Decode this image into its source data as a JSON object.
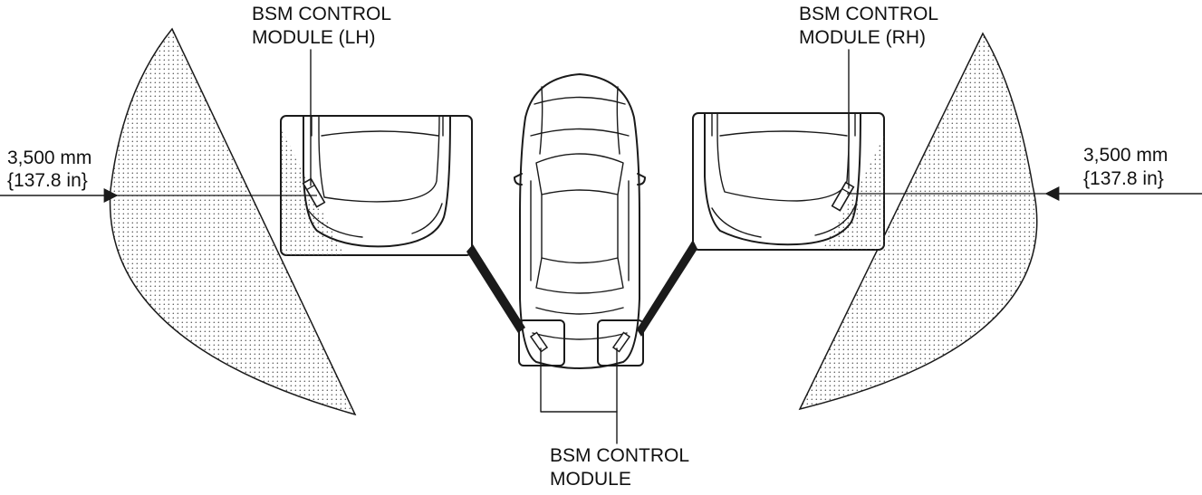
{
  "labels": {
    "module_lh_line1": "BSM CONTROL",
    "module_lh_line2": "MODULE (LH)",
    "module_rh_line1": "BSM CONTROL",
    "module_rh_line2": "MODULE (RH)",
    "module_line1": "BSM CONTROL",
    "module_line2": "MODULE",
    "left_distance_line1": "3,500 mm",
    "left_distance_line2": "{137.8 in}",
    "right_distance_line1": "3,500 mm",
    "right_distance_line2": "{137.8 in}"
  },
  "colors": {
    "line": "#1a1a1a",
    "dot": "#555555",
    "background": "#ffffff"
  }
}
